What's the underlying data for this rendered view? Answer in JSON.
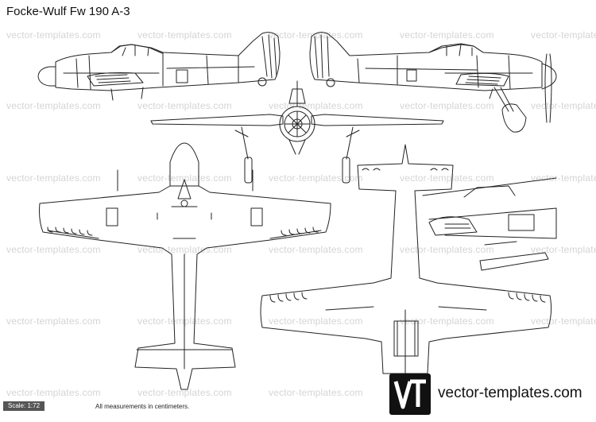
{
  "header": {
    "title": "Focke-Wulf Fw 190 A-3"
  },
  "watermark": {
    "text": "vector-templates.com",
    "color": "#d4d4d4"
  },
  "footer": {
    "scale_label": "Scale: 1:72",
    "note": "All measurements in centimeters.",
    "site_label": "vector-templates.com",
    "logo_letters": "VT"
  },
  "colors": {
    "line": "#222222",
    "logo_bg": "#111111"
  }
}
